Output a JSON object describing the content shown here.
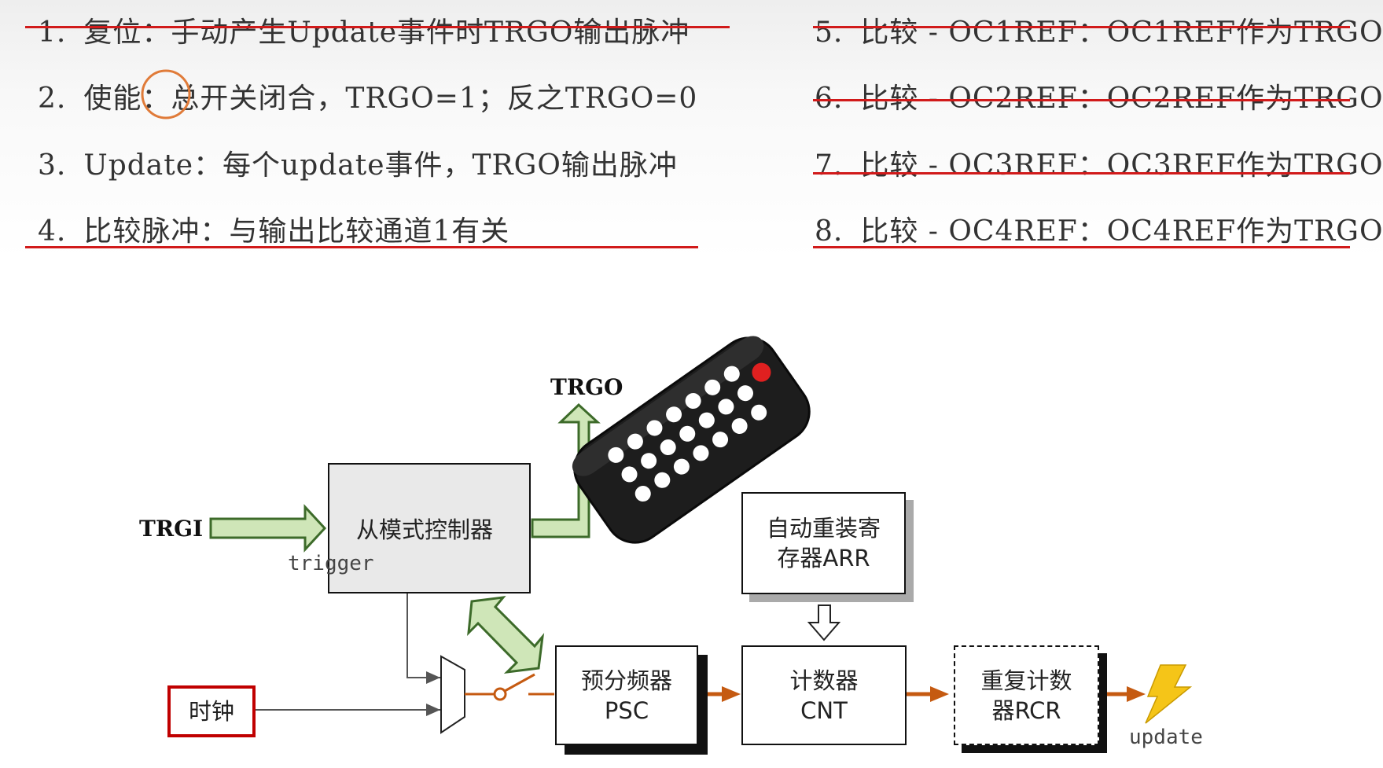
{
  "left_list": [
    {
      "num": "1.",
      "text": "复位：手动产生Update事件时TRGO输出脉冲",
      "struck": true
    },
    {
      "num": "2.",
      "text": "使能：总开关闭合，TRGO=1；反之TRGO=0",
      "struck": false
    },
    {
      "num": "3.",
      "text": "Update：每个update事件，TRGO输出脉冲",
      "struck": false
    },
    {
      "num": "4.",
      "text": "比较脉冲：与输出比较通道1有关",
      "struck": true
    }
  ],
  "right_list": [
    {
      "num": "5.",
      "text": "比较 - OC1REF：OC1REF作为TRGO",
      "struck": true
    },
    {
      "num": "6.",
      "text": "比较 - OC2REF：OC2REF作为TRGO",
      "struck": true
    },
    {
      "num": "7.",
      "text": "比较 - OC3REF：OC3REF作为TRGO",
      "struck": true
    },
    {
      "num": "8.",
      "text": "比较 - OC4REF：OC4REF作为TRGO",
      "struck": true
    }
  ],
  "diagram": {
    "trgi_label": "TRGI",
    "trgo_label": "TRGO",
    "trigger_label": "trigger",
    "slave_controller": "从模式控制器",
    "clock": "时钟",
    "arr_line1": "自动重装寄",
    "arr_line2": "存器ARR",
    "psc_line1": "预分频器",
    "psc_line2": "PSC",
    "cnt_line1": "计数器",
    "cnt_line2": "CNT",
    "rcr_line1": "重复计数",
    "rcr_line2": "器RCR",
    "update_label": "update"
  },
  "colors": {
    "strike": "#d11a1a",
    "green_arrow_fill": "#cfe6b8",
    "green_arrow_stroke": "#3d6b2a",
    "orange_arrow": "#c55a11",
    "clock_border": "#c00000",
    "bolt": "#f5c518",
    "highlight_circle": "#e07b39"
  }
}
